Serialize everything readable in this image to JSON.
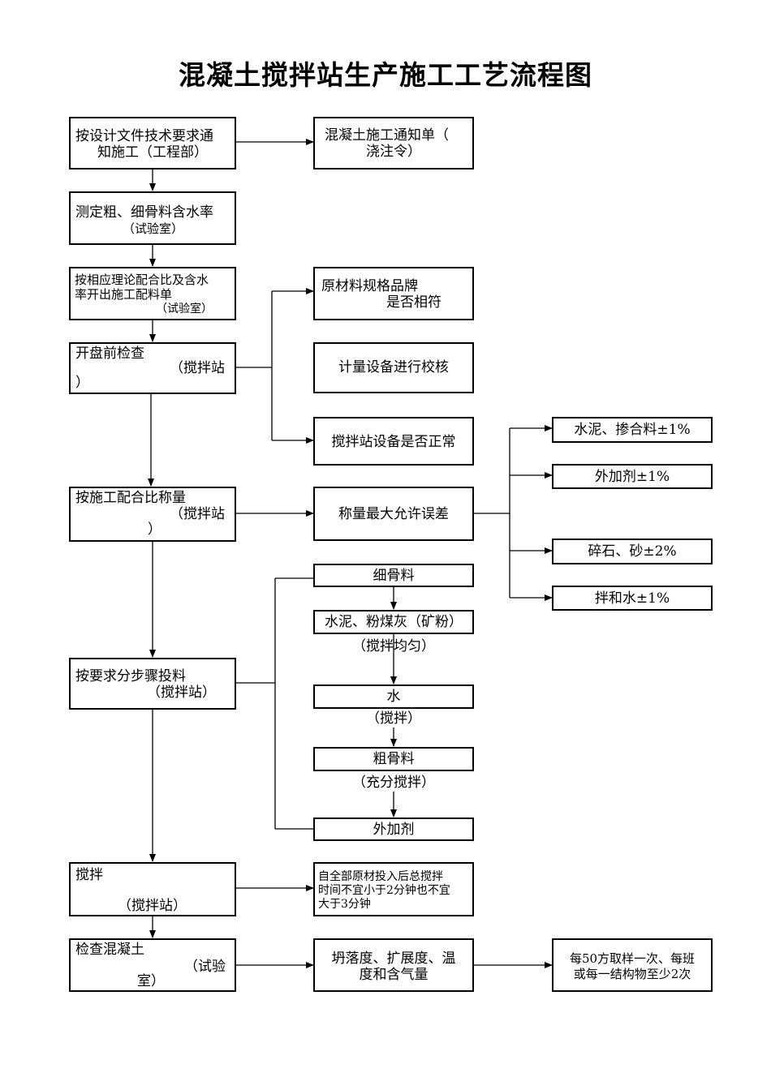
{
  "title": "混凝土搅拌站生产施工工艺流程图",
  "main": {
    "s1": {
      "line1": "按设计文件技术要求通",
      "line2": "知施工（工程部）"
    },
    "s2": {
      "line1": "测定粗、细骨料含水率",
      "line2": "（试验室）"
    },
    "s3": {
      "line1": "按相应理论配合比及含水",
      "line2": "率开出施工配料单",
      "line3": "（试验室）"
    },
    "s4": {
      "line1": "开盘前检查",
      "line2": "（搅拌站",
      "line3": "）"
    },
    "s5": {
      "line1": "按施工配合比称量",
      "line2": "（搅拌站",
      "line3": "）"
    },
    "s6": {
      "line1": "按要求分步骤投料",
      "line2": "（搅拌站）"
    },
    "s7": {
      "line1": "搅拌",
      "line2": "（搅拌站）"
    },
    "s8": {
      "line1": "检查混凝土",
      "line2": "（试验",
      "line3": "室）"
    }
  },
  "side": {
    "notice": {
      "line1": "混凝土施工通知单（",
      "line2": "浇注令）"
    },
    "check1": {
      "line1": "原材料规格品牌",
      "line2": "是否相符"
    },
    "check2": "计量设备进行校核",
    "check3": "搅拌站设备是否正常",
    "weigh": "称量最大允许误差",
    "tol1": "水泥、掺合料±1%",
    "tol2": "外加剂±1%",
    "tol3": "碎石、砂±2%",
    "tol4": "拌和水±1%",
    "feed1": "细骨料",
    "feed2": "水泥、粉煤灰（矿粉）",
    "feed2_note": "（搅拌均匀）",
    "feed3": "水",
    "feed3_note": "（搅拌）",
    "feed4": "粗骨料",
    "feed4_note": "（充分搅拌）",
    "feed5": "外加剂",
    "mix_note": {
      "line1": "自全部原材投入后总搅拌",
      "line2": "时间不宜小于2分钟也不宜",
      "line3": "大于3分钟"
    },
    "slump": {
      "line1": "坍落度、扩展度、温",
      "line2": "度和含气量"
    },
    "sample": {
      "line1": "每50方取样一次、每班",
      "line2": "或每一结构物至少2次"
    }
  }
}
